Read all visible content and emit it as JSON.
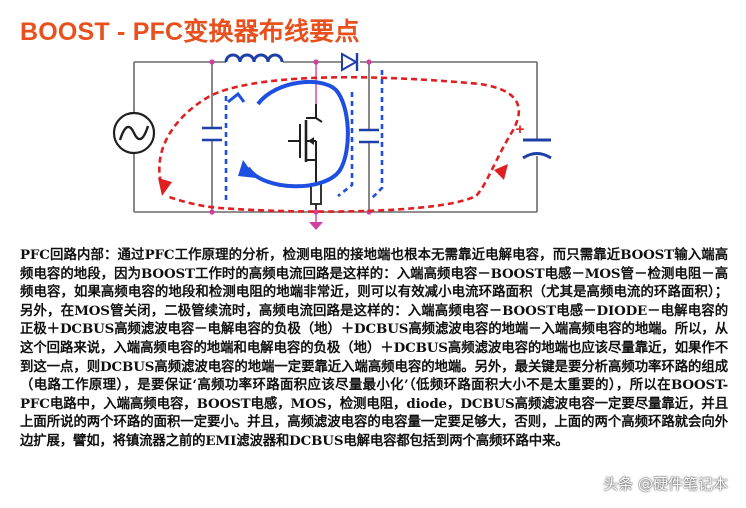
{
  "title": "BOOST - PFC变换器布线要点",
  "circuit": {
    "labels": {
      "plus": "+"
    },
    "colors": {
      "wire": "#6a6a6a",
      "inductor": "#1e3fa8",
      "component": "#1e3fa8",
      "hf_loop": "#1f4fe0",
      "outer_loop": "#e02020",
      "pink": "#d040a0"
    }
  },
  "body": {
    "paragraph": "PFC回路内部：通过PFC工作原理的分析，检测电阻的接地端也根本无需靠近电解电容，而只需靠近BOOST输入端高频电容的地段，因为BOOST工作时的高频电流回路是这样的：入端高频电容－BOOST电感－MOS管－检测电阻－高频电容，如果高频电容的地段和检测电阻的地端非常近，则可以有效减小电流环路面积（尤其是高频电流的环路面积）；另外，在MOS管关闭，二极管续流时，高频电流回路是这样的：入端高频电容－BOOST电感－DIODE－电解电容的正极＋DCBUS高频滤波电容－电解电容的负极（地）＋DCBUS高频滤波电容的地端－入端高频电容的地端。所以，从这个回路来说，入端高频电容的地端和电解电容的负极（地）＋DCBUS高频滤波电容的地端也应该尽量靠近，如果作不到这一点，则DCBUS高频滤波电容的地端一定要靠近入端高频电容的地端。另外，最关键是要分析高频功率环路的组成（电路工作原理），是要保证‘高频功率环路面积应该尽量最小化’（低频环路面积大小不是太重要的），所以在BOOST-PFC电路中，入端高频电容，BOOST电感，MOS，检测电阻，diode，DCBUS高频滤波电容一定要尽量靠近，并且上面所说的两个环路的面积一定要小。并且，高频滤波电容的电容量一定要足够大，否则，上面的两个高频环路就会向外边扩展，譬如，将镇流器之前的EMI滤波器和DCBUS电解电容都包括到两个高频环路中来。"
  },
  "watermark": {
    "text": "头条 @硬件笔记本"
  }
}
